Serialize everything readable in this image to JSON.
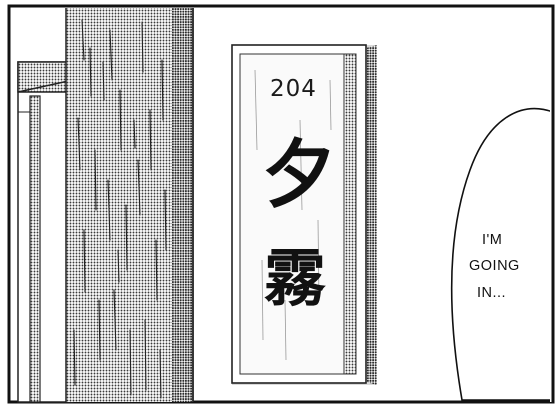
{
  "panel": {
    "sign": {
      "room_number": "204",
      "kanji_top": "夕",
      "kanji_bottom": "霧"
    },
    "speech_bubble": {
      "lines": [
        "I'M",
        "GOING",
        "IN..."
      ]
    }
  },
  "colors": {
    "ink": "#111111",
    "paper": "#ffffff",
    "screentone": "#b8b8b8"
  }
}
